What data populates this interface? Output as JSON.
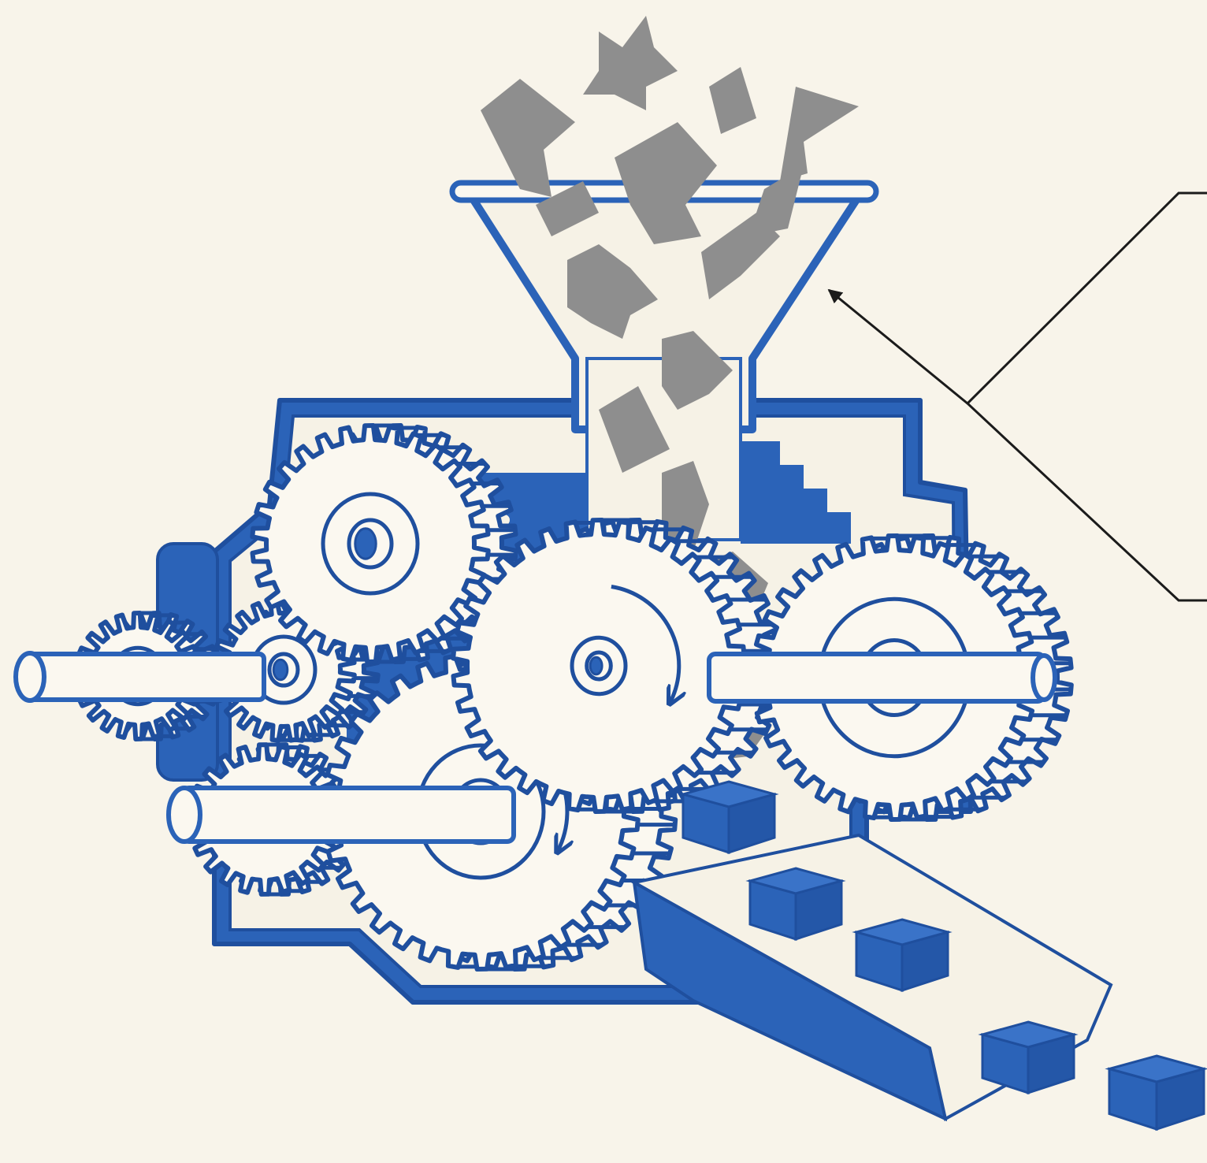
{
  "diagram": {
    "colors": {
      "background": "#f8f4ea",
      "machine_blue": "#2b63b8",
      "line_blue": "#1f4f9e",
      "gear_fill": "#fbf8f0",
      "raw_material_gray": "#8e8e8e",
      "callout_line": "#1b1b1b"
    },
    "components": {
      "hopper": "hopper",
      "housing": "machine-housing",
      "gears": [
        "gear",
        "gear",
        "gear",
        "gear",
        "gear",
        "gear"
      ],
      "shafts": [
        "shaft",
        "shaft",
        "shaft"
      ],
      "conveyor": "output-conveyor",
      "inputs": "raw-material-shards",
      "outputs": "finished-cubes",
      "callout": "callout-bracket"
    },
    "callout_label": ""
  }
}
